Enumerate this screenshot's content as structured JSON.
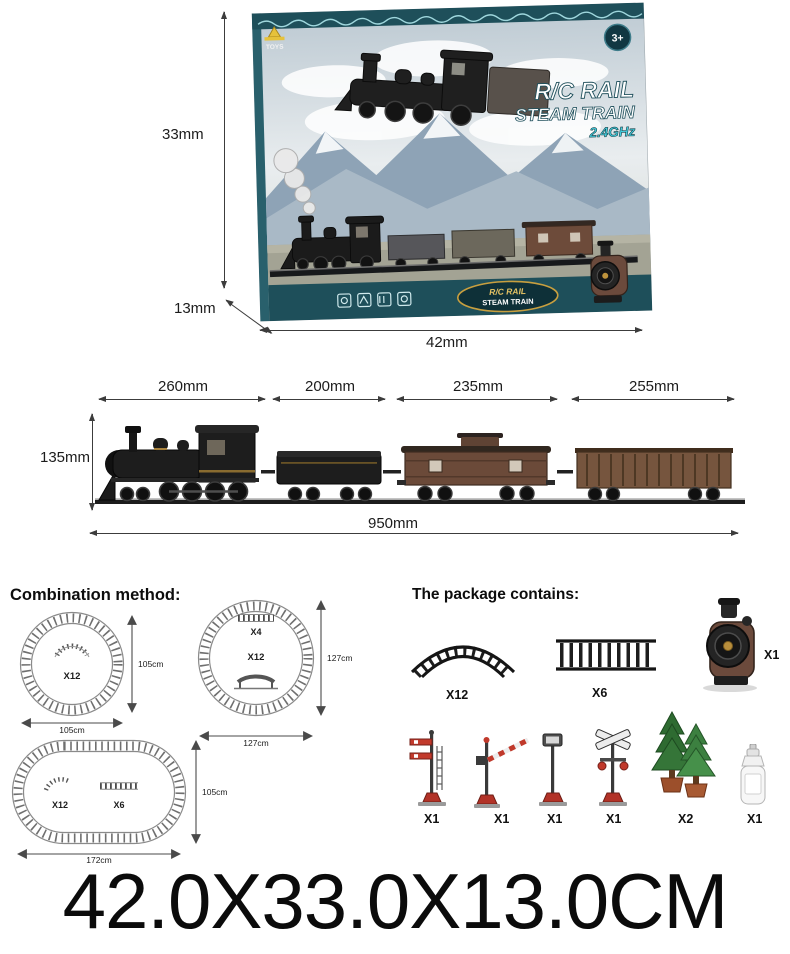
{
  "box": {
    "brand": "TOYS",
    "age_badge": "3+",
    "title1": "R/C RAIL",
    "title2": "STEAM TRAIN",
    "title3": "2.4GHz",
    "badge": {
      "line1": "R/C RAIL",
      "line2": "STEAM TRAIN"
    },
    "dims": {
      "height": "33mm",
      "depth": "13mm",
      "width": "42mm"
    }
  },
  "train": {
    "car_dims": [
      "260mm",
      "200mm",
      "235mm",
      "255mm"
    ],
    "height": "135mm",
    "total_length": "950mm"
  },
  "combination": {
    "heading": "Combination method:",
    "circle_small": {
      "count": "X12",
      "dim_right": "105cm",
      "dim_bottom": "105cm"
    },
    "circle_large": {
      "count_top": "X4",
      "count_mid": "X12",
      "dim_right": "127cm",
      "dim_bottom": "127cm"
    },
    "oval": {
      "count_curved": "X12",
      "count_straight": "X6",
      "dim_right": "105cm",
      "dim_bottom": "172cm"
    }
  },
  "package": {
    "heading": "The package contains:",
    "curved_track_count": "X12",
    "straight_track_count": "X6",
    "locomotive_count": "X1",
    "accessories": [
      {
        "name": "signal",
        "count": "X1"
      },
      {
        "name": "crossing-gate",
        "count": "X1"
      },
      {
        "name": "lamp-post",
        "count": "X1"
      },
      {
        "name": "crossing-sign",
        "count": "X1"
      },
      {
        "name": "trees",
        "count": "X2"
      },
      {
        "name": "glue-bottle",
        "count": "X1"
      }
    ]
  },
  "footer": {
    "size_text": "42.0X33.0X13.0CM"
  }
}
